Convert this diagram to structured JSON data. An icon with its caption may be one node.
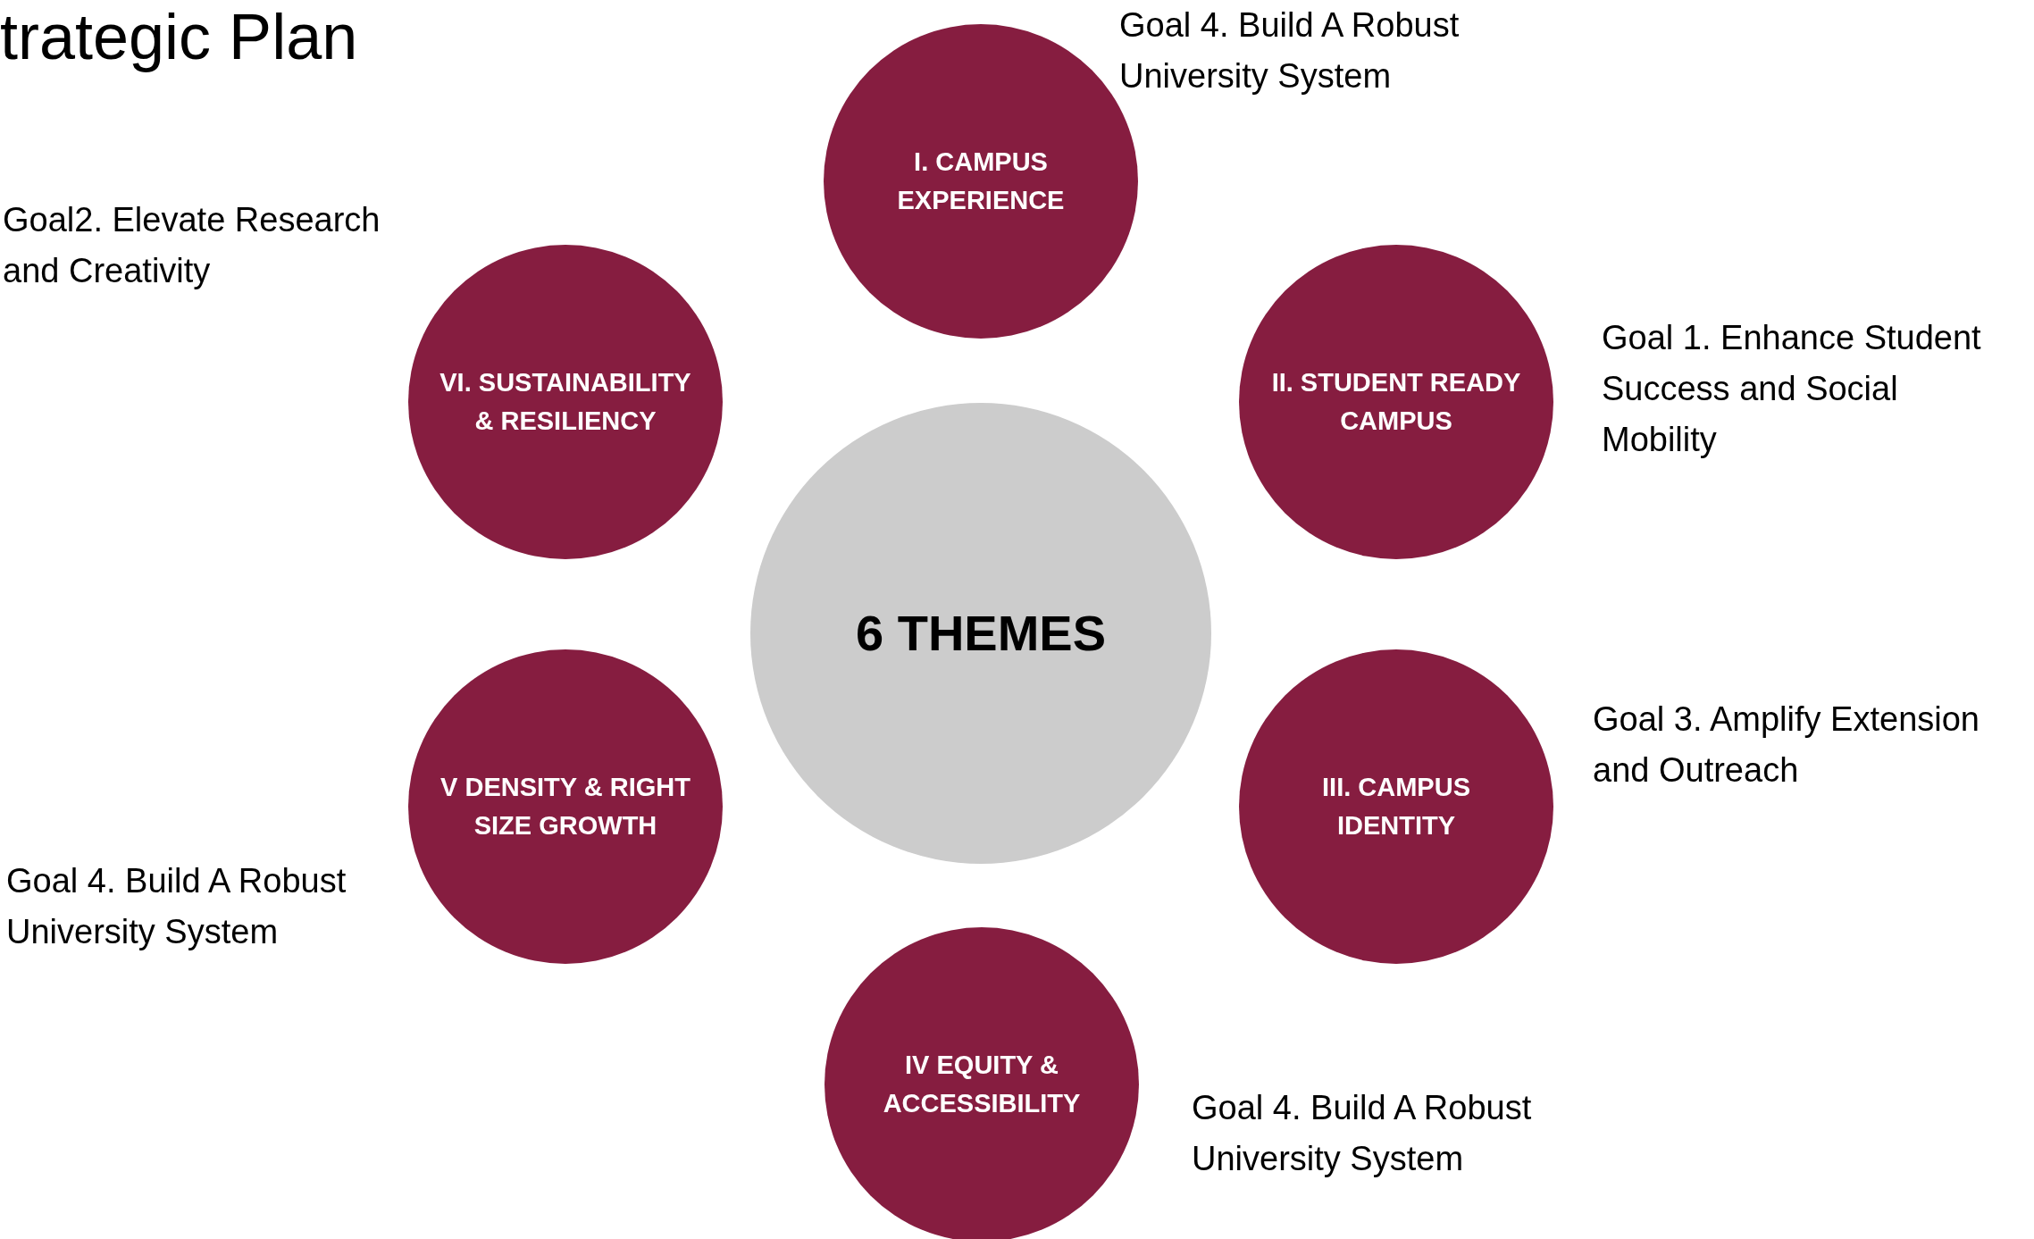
{
  "diagram": {
    "title": "trategic Plan",
    "nodes": [
      {
        "text": [
          "6 THEMES"
        ]
      },
      {
        "text": [
          "I. CAMPUS EXPERIENCE"
        ],
        "beside": [
          "Goal 4. Build A Robust University System"
        ]
      },
      {
        "text": [
          "II. STUDENT READY CAMPUS"
        ],
        "beside": [
          "Goal 1. Enhance Student Success and Social Mobility"
        ]
      },
      {
        "text": [
          "III. CAMPUS IDENTITY"
        ],
        "beside": [
          "Goal 3. Amplify Extension and Outreach"
        ]
      },
      {
        "text": [
          "IV EQUITY & ACCESSIBILITY"
        ],
        "beside": [
          "Goal 4. Build A Robust University System"
        ]
      },
      {
        "text": [
          "V DENSITY & RIGHT SIZE GROWTH"
        ],
        "beside": [
          "Goal 4. Build A Robust University System"
        ]
      },
      {
        "text": [
          "VI. SUSTAINABILITY & RESILIENCY"
        ],
        "beside": [
          "Goal2. Elevate Research and Creativity"
        ]
      }
    ],
    "edges": []
  }
}
